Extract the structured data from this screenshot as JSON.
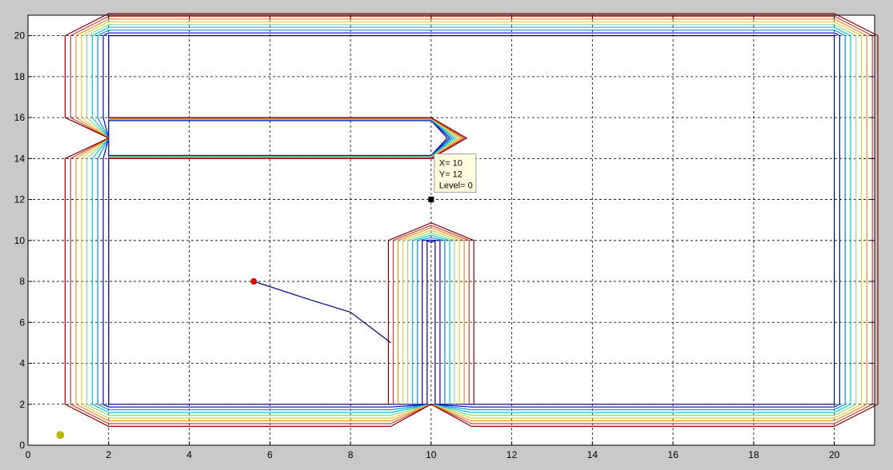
{
  "chart_data": {
    "type": "line",
    "title": "",
    "xlabel": "",
    "ylabel": "",
    "xlim": [
      0,
      21
    ],
    "ylim": [
      0,
      21
    ],
    "grid": true,
    "xticks": [
      0,
      2,
      4,
      6,
      8,
      10,
      12,
      14,
      16,
      18,
      20
    ],
    "yticks": [
      0,
      2,
      4,
      6,
      8,
      10,
      12,
      14,
      16,
      18,
      20
    ],
    "contours": [
      {
        "offset": 0.0,
        "color": "#000080"
      },
      {
        "offset": 0.15,
        "color": "#0000d0"
      },
      {
        "offset": 0.3,
        "color": "#0090e0"
      },
      {
        "offset": 0.45,
        "color": "#00c8c8"
      },
      {
        "offset": 0.6,
        "color": "#90d890"
      },
      {
        "offset": 0.75,
        "color": "#e0d040"
      },
      {
        "offset": 0.9,
        "color": "#f09020"
      },
      {
        "offset": 1.05,
        "color": "#c04040"
      },
      {
        "offset": 1.2,
        "color": "#900000"
      }
    ],
    "path": {
      "color": "#000080",
      "x": [
        5.6,
        7.0,
        8.0,
        8.6,
        9.0
      ],
      "y": [
        8.0,
        7.1,
        6.5,
        5.6,
        5.0
      ]
    },
    "start_marker": {
      "x": 5.6,
      "y": 8.0,
      "color": "#e00000"
    },
    "goal_marker": {
      "x": 0.8,
      "y": 0.5,
      "color": "#b8b800"
    },
    "datatip": {
      "x": 10,
      "y": 12,
      "line1": "X= 10",
      "line2": "Y= 12",
      "line3": "Level= 0"
    }
  }
}
